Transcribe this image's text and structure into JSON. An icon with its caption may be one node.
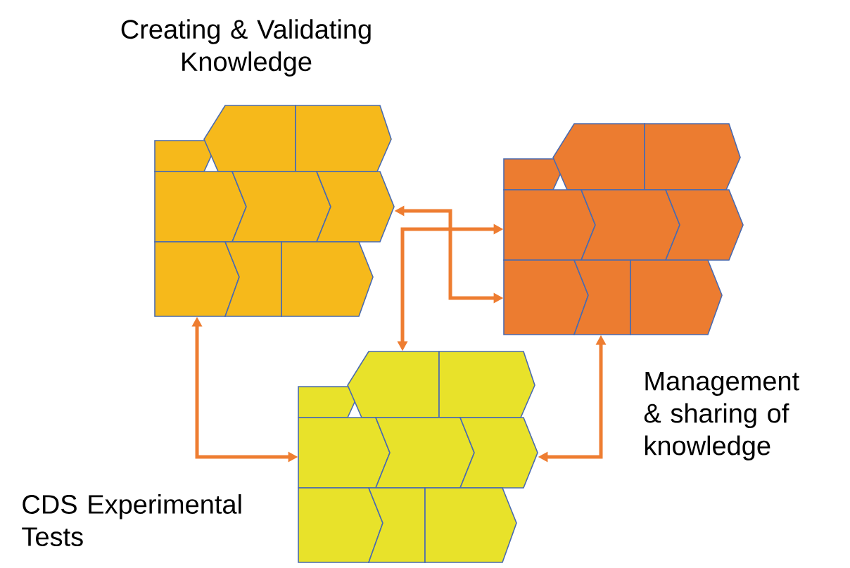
{
  "diagram": {
    "nodes": [
      {
        "text": [
          "Creating & Validating Knowledge"
        ]
      },
      {
        "text": [
          "Management & sharing of knowledge"
        ]
      },
      {
        "text": [
          "CDS Experimental Tests"
        ]
      }
    ],
    "edges": [
      {
        "from": 0,
        "to": 1,
        "arrow": "both"
      },
      {
        "from": 1,
        "to": 2,
        "arrow": "both"
      },
      {
        "from": 0,
        "to": 2,
        "arrow": "both"
      },
      {
        "from": 1,
        "to": 2,
        "arrow": "both"
      }
    ]
  }
}
